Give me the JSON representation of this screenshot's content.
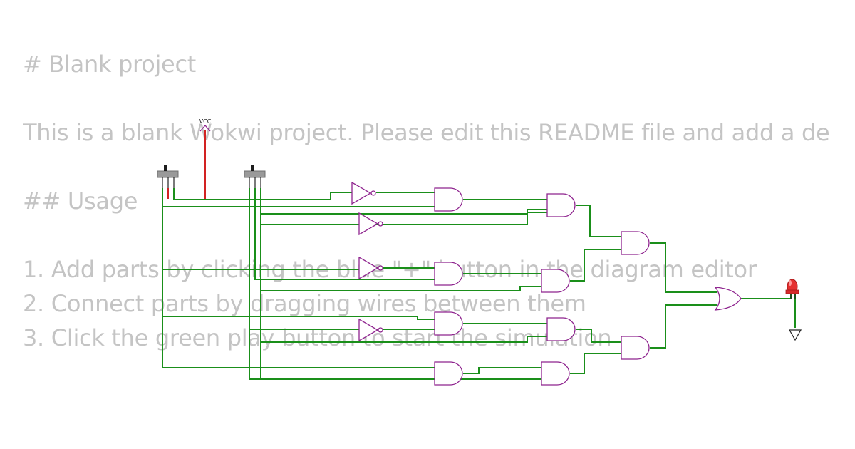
{
  "readme": {
    "title": "# Blank project",
    "description": "This is a blank Wokwi project. Please edit this README file and add a description of your design.",
    "usage_heading": "## Usage",
    "steps": [
      "1. Add parts by clicking the blue \"+\" button in the diagram editor",
      "2. Connect parts by dragging wires between them",
      "3. Click the green play button to start the simulation"
    ]
  },
  "diagram": {
    "power_label": "VCC",
    "wire_colors": {
      "signal": "#1a8f1a",
      "power": "#d22222",
      "pin": "#222222"
    },
    "gate_color": "#8e238e",
    "led_color": "#e53030",
    "components": [
      {
        "id": "sw1",
        "type": "slide-switch"
      },
      {
        "id": "sw2",
        "type": "slide-switch"
      },
      {
        "id": "vcc1",
        "type": "vcc"
      },
      {
        "id": "not1",
        "type": "not-gate"
      },
      {
        "id": "not2",
        "type": "not-gate"
      },
      {
        "id": "not3",
        "type": "not-gate"
      },
      {
        "id": "not4",
        "type": "not-gate"
      },
      {
        "id": "and1",
        "type": "and-gate"
      },
      {
        "id": "and2",
        "type": "and-gate"
      },
      {
        "id": "and3",
        "type": "and-gate"
      },
      {
        "id": "and4",
        "type": "and-gate"
      },
      {
        "id": "and5",
        "type": "and-gate"
      },
      {
        "id": "and6",
        "type": "and-gate"
      },
      {
        "id": "and7",
        "type": "and-gate"
      },
      {
        "id": "and8",
        "type": "and-gate"
      },
      {
        "id": "and9",
        "type": "and-gate"
      },
      {
        "id": "and10",
        "type": "and-gate"
      },
      {
        "id": "or1",
        "type": "or-gate"
      },
      {
        "id": "led1",
        "type": "led"
      },
      {
        "id": "gnd1",
        "type": "gnd"
      }
    ]
  }
}
